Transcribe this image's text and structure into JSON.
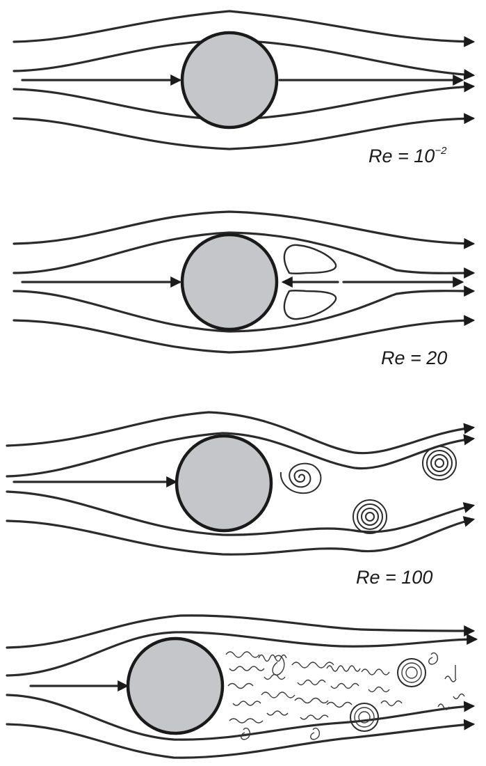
{
  "panels": [
    {
      "reynolds_label": "Re = 10",
      "exponent": "−2"
    },
    {
      "reynolds_label": "Re = 20",
      "exponent": ""
    },
    {
      "reynolds_label": "Re = 100",
      "exponent": ""
    }
  ],
  "colors": {
    "cylinder_fill": "#c4c6c9",
    "line": "#2b2b2b",
    "background": "#ffffff"
  }
}
